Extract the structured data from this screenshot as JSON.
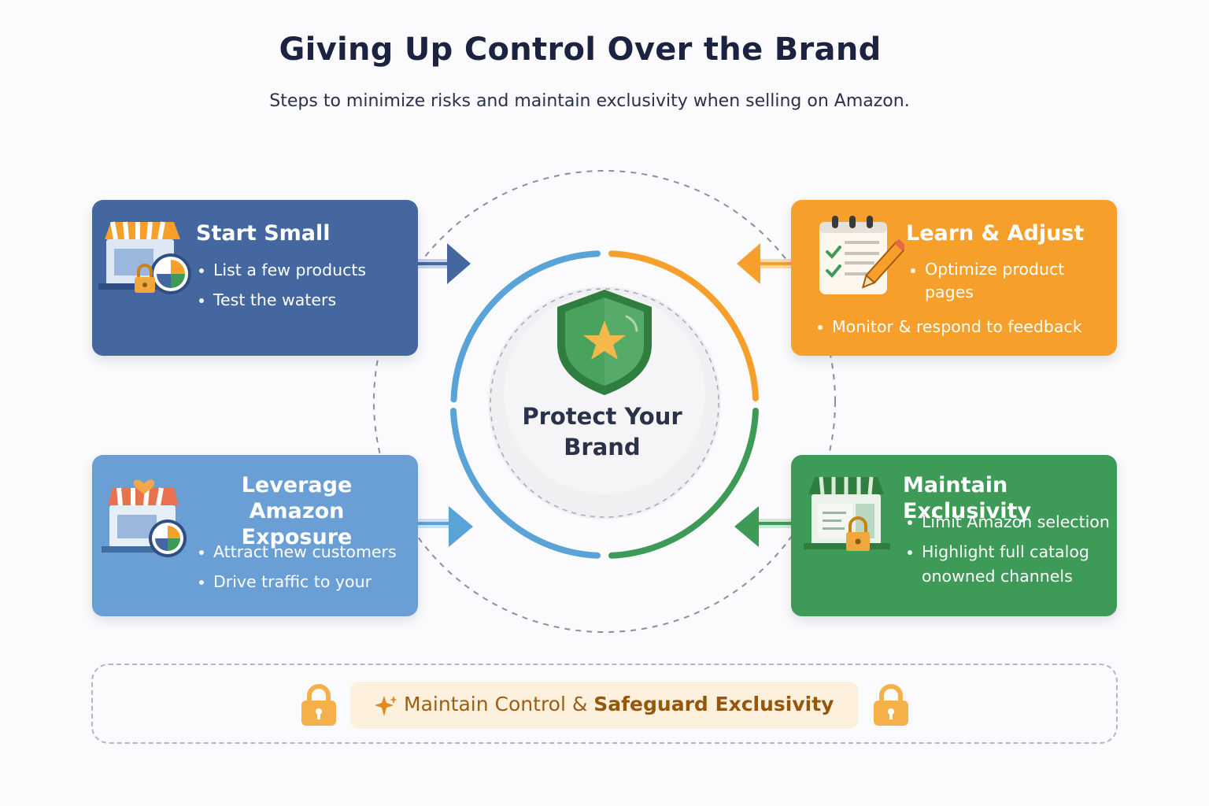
{
  "header": {
    "title": "Giving Up Control Over the Brand",
    "subtitle": "Steps to minimize risks and maintain exclusivity when selling on Amazon."
  },
  "center": {
    "label_line1": "Protect Your",
    "label_line2": "Brand",
    "icon": "shield-star-icon"
  },
  "cards": {
    "start_small": {
      "title": "Start Small",
      "bullets": [
        "List a few products",
        "Test the waters"
      ],
      "icon": "storefront-lock-chart-icon",
      "color": "#44679f"
    },
    "learn_adjust": {
      "title": "Learn & Adjust",
      "bullets": [
        "Optimize product pages",
        "Monitor & respond to feedback"
      ],
      "icon": "checklist-pencil-icon",
      "color": "#f6a02b"
    },
    "leverage_exposure": {
      "title_line1": "Leverage Amazon",
      "title_line2": "Exposure",
      "bullets": [
        "Attract new customers",
        "Drive traffic to your"
      ],
      "icon": "storefront-heart-chart-icon",
      "color": "#6a9fd6"
    },
    "maintain_exclusivity": {
      "title": "Maintain Exclusivity",
      "bullets": [
        "Limit Amazon selection",
        "Highlight full catalog onowned channels"
      ],
      "icon": "storefront-lock-icon",
      "color": "#3e9a57"
    }
  },
  "banner": {
    "text_plain": "Maintain Control & ",
    "text_strong": "Safeguard Exclusivity",
    "icons": [
      "padlock-icon",
      "sparkle-icon",
      "padlock-icon"
    ],
    "accent": "#f5b04a"
  }
}
